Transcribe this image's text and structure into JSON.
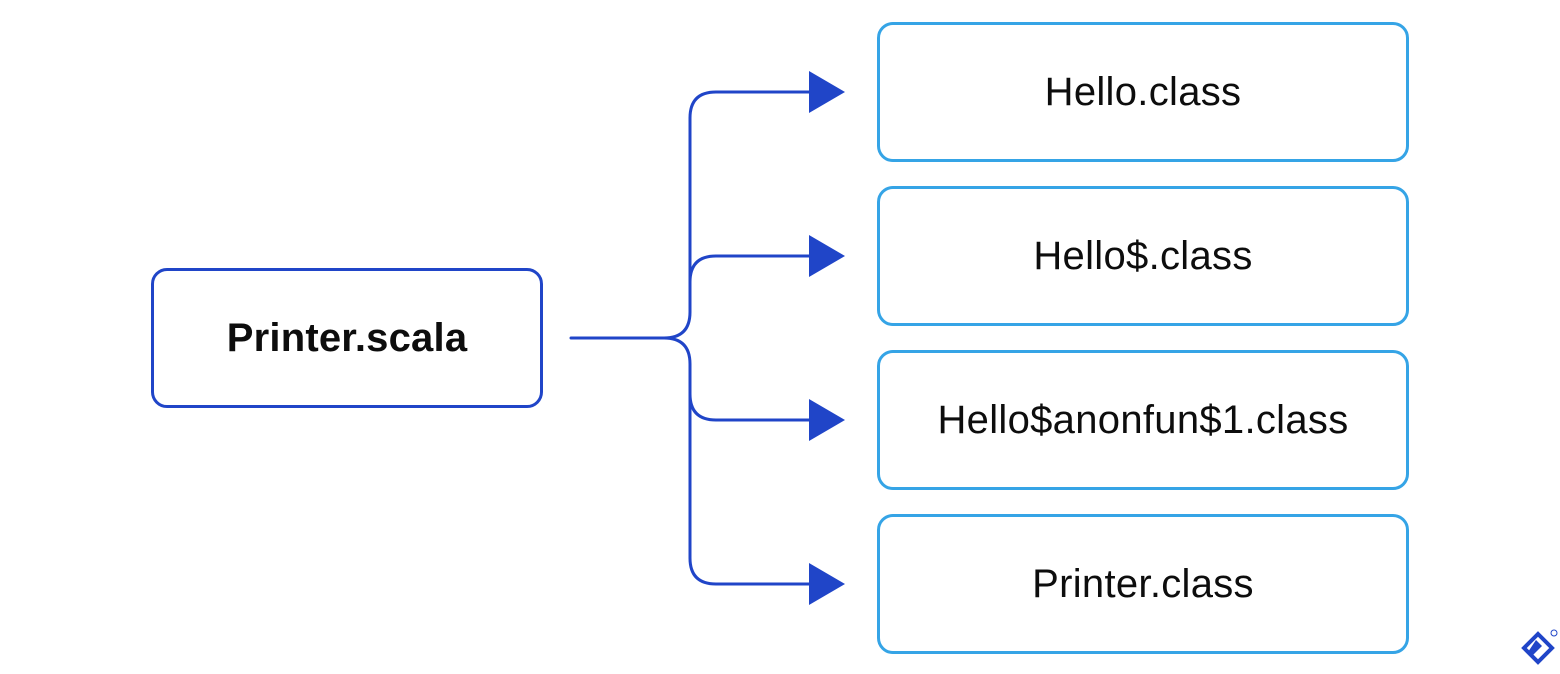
{
  "diagram": {
    "source": {
      "label": "Printer.scala"
    },
    "outputs": [
      {
        "label": "Hello.class"
      },
      {
        "label": "Hello$.class"
      },
      {
        "label": "Hello$anonfun$1.class"
      },
      {
        "label": "Printer.class"
      }
    ]
  },
  "colors": {
    "source_border": "#2045c8",
    "output_border": "#35a4e6",
    "connector": "#2045c8",
    "arrowhead": "#2045c8",
    "logo": "#2045c8"
  },
  "icons": {
    "brand_logo": "toptal-logo-icon"
  }
}
